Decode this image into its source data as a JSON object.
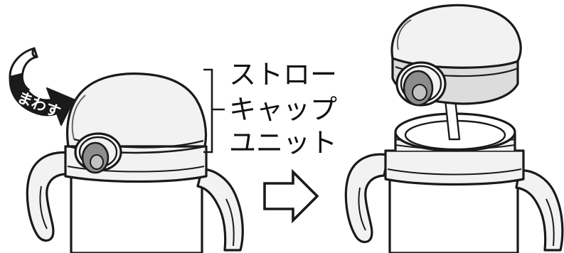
{
  "instruction_arrow": {
    "text": "まわす",
    "icon": "curved-rotate-arrow"
  },
  "part_label": {
    "lines": [
      "ストロー",
      "キャップ",
      "ユニット"
    ]
  },
  "step_arrow": {
    "icon": "right-outline-arrow"
  },
  "colors": {
    "outline": "#1a1a1a",
    "fill": "#f2f2f2",
    "button": "#8c8c8c",
    "inner": "#c2c2c2",
    "cap_shadow": "#dcdcdc"
  }
}
